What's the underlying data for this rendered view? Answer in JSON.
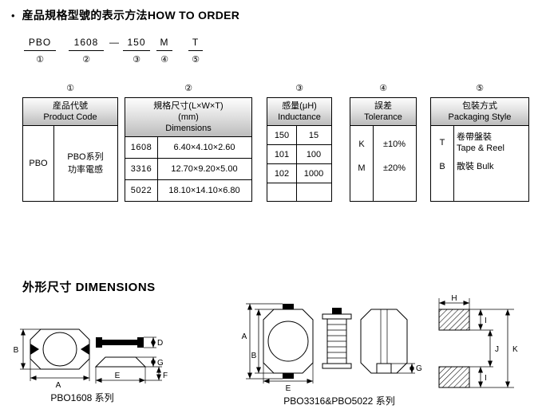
{
  "header": {
    "bullet": "•",
    "title": "産品規格型號的表示方法HOW TO ORDER"
  },
  "order_code": {
    "parts": [
      "PBO",
      "1608",
      "150",
      "M",
      "T"
    ],
    "separator": "—",
    "markers": [
      "①",
      "②",
      "③",
      "④",
      "⑤"
    ]
  },
  "tables": {
    "product_code": {
      "marker": "①",
      "header_cn": "産品代號",
      "header_en": "Product Code",
      "code": "PBO",
      "desc_line1": "PBO系列",
      "desc_line2": "功率電感"
    },
    "dimensions": {
      "marker": "②",
      "header_line1": "規格尺寸(L×W×T)",
      "header_line2": "(mm)",
      "header_line3": "Dimensions",
      "rows": [
        {
          "code": "1608",
          "size": "6.40×4.10×2.60"
        },
        {
          "code": "3316",
          "size": "12.70×9.20×5.00"
        },
        {
          "code": "5022",
          "size": "18.10×14.10×6.80"
        }
      ]
    },
    "inductance": {
      "marker": "③",
      "header_cn": "感量(μH)",
      "header_en": "Inductance",
      "rows": [
        {
          "code": "150",
          "value": "15"
        },
        {
          "code": "101",
          "value": "100"
        },
        {
          "code": "102",
          "value": "1000"
        }
      ]
    },
    "tolerance": {
      "marker": "④",
      "header_cn": "誤差",
      "header_en": "Tolerance",
      "rows": [
        {
          "code": "K",
          "value": "±10%"
        },
        {
          "code": "M",
          "value": "±20%"
        }
      ]
    },
    "packaging": {
      "marker": "⑤",
      "header_cn": "包裝方式",
      "header_en": "Packaging Style",
      "rows": [
        {
          "code": "T",
          "line1": "卷帶盤裝",
          "line2": "Tape & Reel"
        },
        {
          "code": "B",
          "line1": "散裝 Bulk"
        }
      ]
    }
  },
  "dimensions_section": {
    "title": "外形尺寸 DIMENSIONS",
    "caption_pbo1608": "PBO1608 系列",
    "caption_pbo3316": "PBO3316&PBO5022 系列",
    "labels": {
      "A": "A",
      "B": "B",
      "D": "D",
      "E": "E",
      "F": "F",
      "G": "G",
      "H": "H",
      "I": "I",
      "J": "J",
      "K": "K"
    }
  }
}
